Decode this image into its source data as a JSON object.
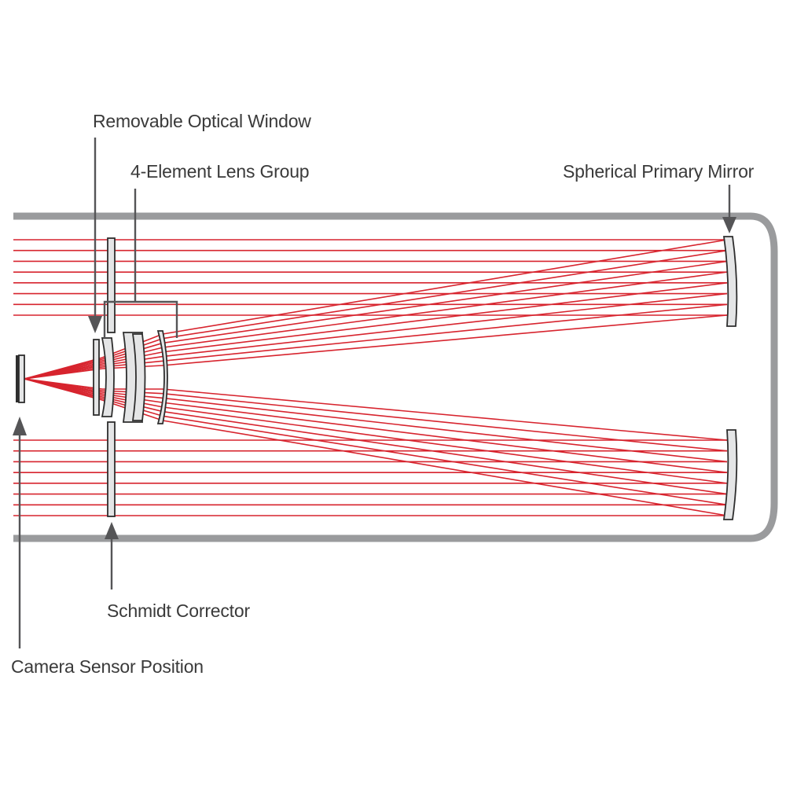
{
  "labels": {
    "removable_window": "Removable Optical Window",
    "lens_group": "4-Element Lens Group",
    "primary_mirror": "Spherical Primary Mirror",
    "schmidt_corrector": "Schmidt Corrector",
    "camera_sensor": "Camera Sensor Position"
  },
  "colors": {
    "ray": "#d7242e",
    "tube": "#9a9b9d",
    "optic_fill": "#e4e5e6",
    "pointer": "#555557",
    "text": "#3a3a3a"
  }
}
